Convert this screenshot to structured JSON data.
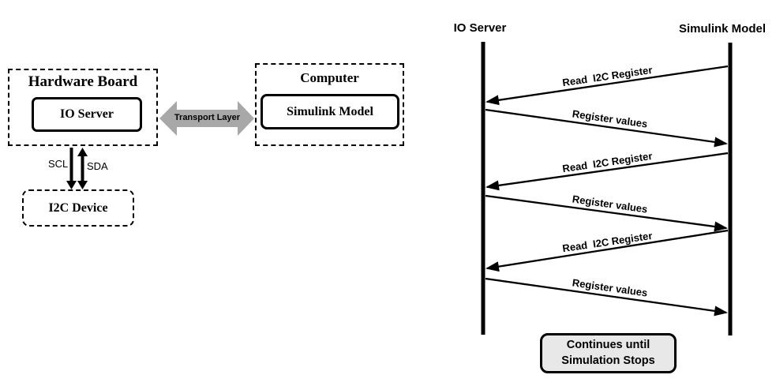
{
  "block_diagram": {
    "hardware_board": {
      "title": "Hardware Board",
      "io_server_label": "IO Server"
    },
    "i2c_bus": {
      "scl_label": "SCL",
      "sda_label": "SDA"
    },
    "i2c_device_label": "I2C Device",
    "transport_layer_label": "Transport Layer",
    "computer": {
      "title": "Computer",
      "simulink_model_label": "Simulink Model"
    }
  },
  "sequence_diagram": {
    "lifelines": [
      {
        "label": "IO Server"
      },
      {
        "label": "Simulink Model"
      }
    ],
    "messages": [
      {
        "label": "Read  I2C Register",
        "from": "Simulink Model",
        "to": "IO Server"
      },
      {
        "label": "Register values",
        "from": "IO Server",
        "to": "Simulink Model"
      },
      {
        "label": "Read  I2C Register",
        "from": "Simulink Model",
        "to": "IO Server"
      },
      {
        "label": "Register values",
        "from": "IO Server",
        "to": "Simulink Model"
      },
      {
        "label": "Read  I2C Register",
        "from": "Simulink Model",
        "to": "IO Server"
      },
      {
        "label": "Register values",
        "from": "IO Server",
        "to": "Simulink Model"
      }
    ],
    "note": {
      "line1": "Continues until",
      "line2": "Simulation Stops"
    }
  },
  "colors": {
    "line_black": "#000000",
    "transport_arrow_gray": "#a8a8a8",
    "note_fill": "#e8e8e8"
  }
}
